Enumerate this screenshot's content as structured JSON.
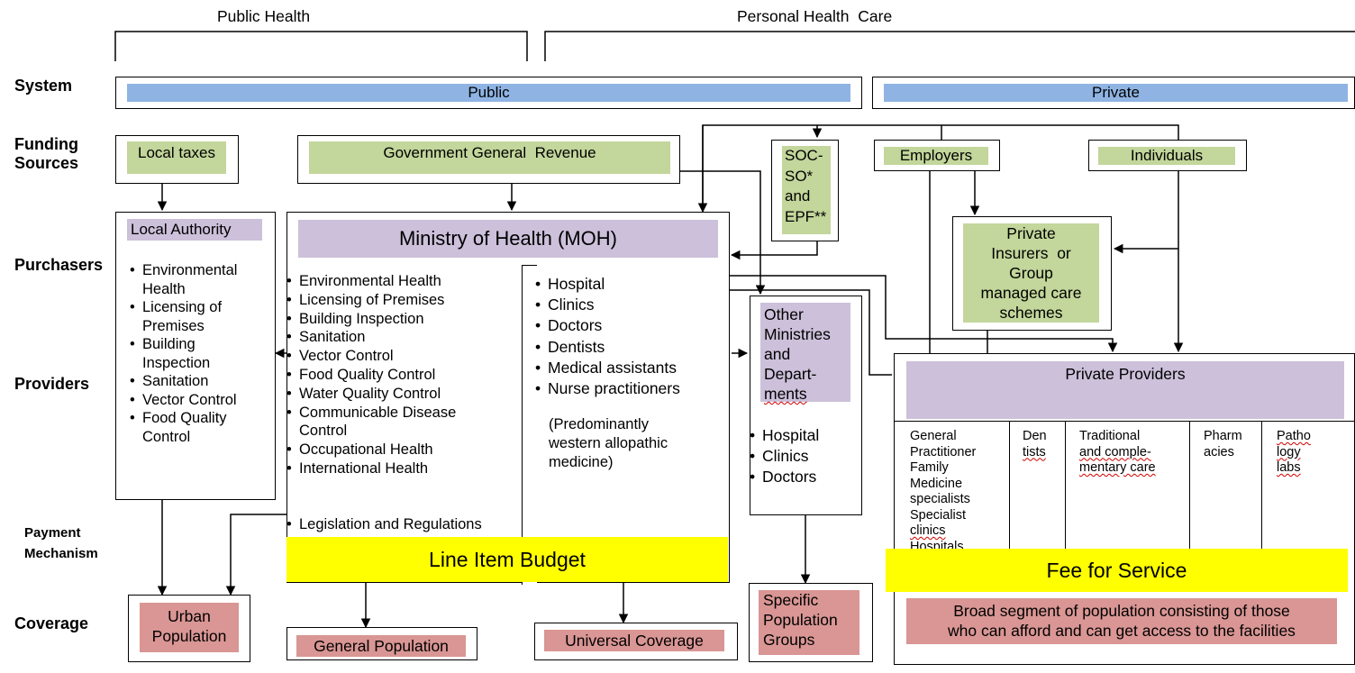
{
  "header": {
    "public_health": "Public Health",
    "personal_health_care": "Personal Health  Care"
  },
  "row_labels": {
    "system": "System",
    "funding_line1": "Funding",
    "funding_line2": "Sources",
    "purchasers": "Purchasers",
    "providers": "Providers",
    "payment_line1": "Payment",
    "payment_line2": "Mechanism",
    "coverage": "Coverage"
  },
  "system": {
    "public": "Public",
    "private": "Private"
  },
  "funding": {
    "local_taxes": "Local taxes",
    "government_revenue": "Government General  Revenue",
    "socso_lines": [
      "SOC-",
      "SO*",
      "and",
      "EPF**"
    ],
    "employers": "Employers",
    "individuals": "Individuals"
  },
  "local_authority": {
    "title": "Local Authority",
    "items": [
      [
        "Environmental",
        "Health"
      ],
      [
        "Licensing of",
        "Premises"
      ],
      [
        "Building",
        "Inspection"
      ],
      [
        "Sanitation"
      ],
      [
        "Vector Control"
      ],
      [
        "Food Quality",
        "Control"
      ]
    ]
  },
  "moh": {
    "title": "Ministry of Health (MOH)",
    "public_health_items": [
      [
        "Environmental Health"
      ],
      [
        "Licensing of Premises"
      ],
      [
        "Building Inspection"
      ],
      [
        "Sanitation"
      ],
      [
        "Vector Control"
      ],
      [
        "Food Quality Control"
      ],
      [
        "Water Quality Control"
      ],
      [
        "Communicable Disease",
        "Control"
      ],
      [
        "Occupational Health"
      ],
      [
        "International Health"
      ]
    ],
    "legislation": "Legislation and Regulations",
    "personal_care_items": [
      "Hospital",
      "Clinics",
      "Doctors",
      "Dentists",
      "Medical assistants",
      "Nurse practitioners"
    ],
    "note_lines": [
      "(Predominantly",
      "western allopathic",
      "medicine)"
    ]
  },
  "other_ministries": {
    "title_lines": [
      "Other",
      "Ministries",
      "and",
      "Depart-",
      "ments"
    ],
    "items": [
      "Hospital",
      "Clinics",
      "Doctors"
    ]
  },
  "private_insurers": {
    "lines": [
      "Private",
      "Insurers  or",
      "Group",
      "managed care",
      "schemes"
    ]
  },
  "private_providers": {
    "title": "Private Providers",
    "gp_lines": [
      "General",
      "Practitioner",
      "Family",
      "Medicine",
      "specialists",
      "Specialist",
      "clinics",
      "Hospitals"
    ],
    "dentists": [
      "Den",
      "tists"
    ],
    "traditional": [
      "Traditional",
      "and comple-",
      "mentary care"
    ],
    "pharmacies": [
      "Pharm",
      "acies"
    ],
    "pathology": [
      "Patho",
      "logy",
      "labs"
    ]
  },
  "payment": {
    "line_item_budget": "Line Item Budget",
    "fee_for_service": "Fee for Service"
  },
  "coverage": {
    "urban_lines": [
      "Urban",
      "Population"
    ],
    "general": "General Population",
    "universal": "Universal Coverage",
    "specific_lines": [
      "Specific",
      "Population",
      "Groups"
    ],
    "broad_lines": [
      "Broad segment of population consisting of those",
      "who can afford and can get access to the facilities"
    ]
  },
  "colors": {
    "public_blue": "#8fb4e3",
    "funding_green": "#c3d69b",
    "purchaser_purple": "#ccc0da",
    "coverage_pink": "#d99694",
    "payment_yellow": "#ffff00"
  }
}
